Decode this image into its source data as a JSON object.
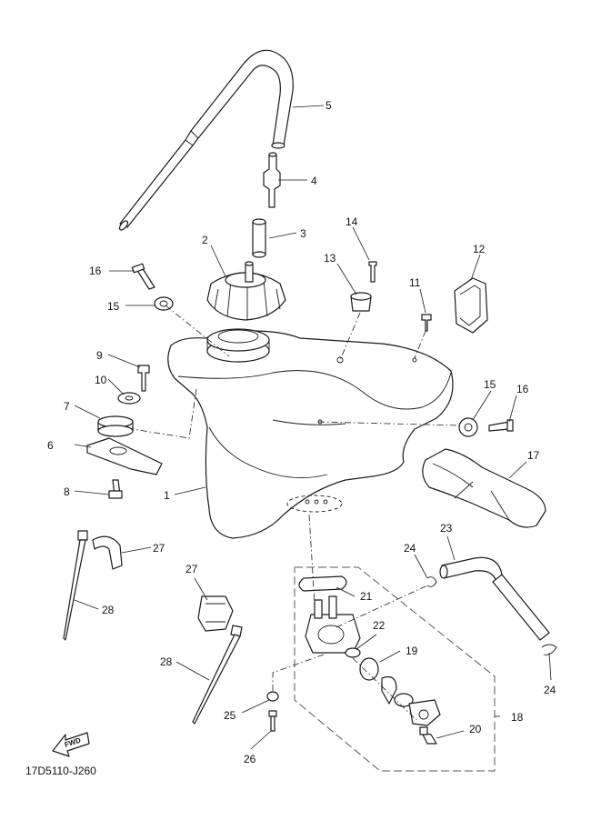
{
  "diagram_code": "17D5110-J260",
  "fwd_label": "FWD",
  "callouts": {
    "c1": "1",
    "c2": "2",
    "c3": "3",
    "c4": "4",
    "c5": "5",
    "c6": "6",
    "c7": "7",
    "c8": "8",
    "c9": "9",
    "c10": "10",
    "c11": "11",
    "c12": "12",
    "c13": "13",
    "c14": "14",
    "c15a": "15",
    "c15b": "15",
    "c16a": "16",
    "c16b": "16",
    "c17": "17",
    "c18": "18",
    "c19": "19",
    "c20": "20",
    "c21": "21",
    "c22": "22",
    "c23": "23",
    "c24a": "24",
    "c24b": "24",
    "c25": "25",
    "c26": "26",
    "c27a": "27",
    "c27b": "27",
    "c28a": "28",
    "c28b": "28"
  },
  "colors": {
    "line": "#1a1a1a",
    "background": "#ffffff"
  }
}
